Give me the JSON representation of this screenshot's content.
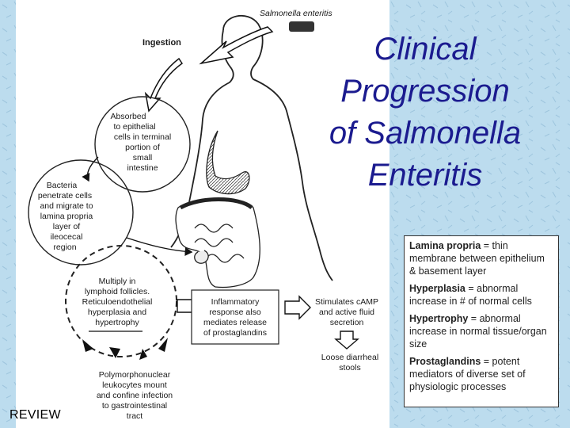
{
  "title_lines": [
    "Clinical",
    "Progression",
    "of Salmonella",
    "Enteritis"
  ],
  "figure": {
    "caption": "Salmonella enteritis",
    "ingestion": "Ingestion",
    "steps": [
      [
        "Absorbed",
        "to epithelial",
        "cells in terminal",
        "portion of",
        "small",
        "intestine"
      ],
      [
        "Bacteria",
        "penetrate cells",
        "and migrate to",
        "lamina propria",
        "layer of",
        "ileocecal",
        "region"
      ],
      [
        "Multiply in",
        "lymphoid follicles.",
        "Reticuloendothelial",
        "hyperplasia and",
        "hypertrophy"
      ],
      [
        "Polymorphonuclear",
        "leukocytes mount",
        "and confine infection",
        "to gastrointestinal",
        "tract"
      ]
    ],
    "inflammatory": [
      "Inflammatory",
      "response also",
      "mediates release",
      "of prostaglandins"
    ],
    "camp": [
      "Stimulates cAMP",
      "and active fluid",
      "secretion"
    ],
    "stools": [
      "Loose diarrheal",
      "stools"
    ]
  },
  "glossary": [
    {
      "term": "Lamina propria",
      "def": " = thin membrane between epithelium & basement layer"
    },
    {
      "term": "Hyperplasia",
      "def": " = abnormal increase in # of normal cells"
    },
    {
      "term": "Hypertrophy",
      "def": " = abnormal increase in normal tissue/organ size"
    },
    {
      "term": "Prostaglandins",
      "def": " = potent mediators of diverse set of physiologic processes"
    }
  ],
  "review_label": "REVIEW",
  "colors": {
    "background": "#bcdcee",
    "title": "#1b1b8f"
  }
}
